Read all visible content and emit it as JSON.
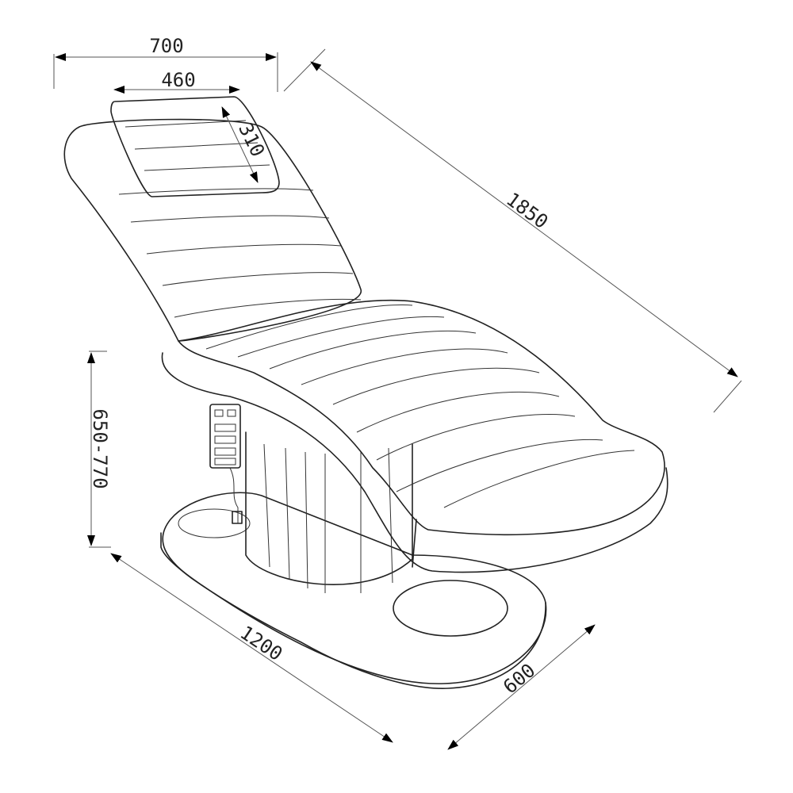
{
  "dimensions": {
    "overall_width": "700",
    "headrest_width": "460",
    "headrest_depth": "310",
    "overall_length": "1850",
    "height_range": "650-770",
    "base_length": "1200",
    "base_width": "600"
  },
  "colors": {
    "line": "#222222",
    "background": "#ffffff"
  }
}
